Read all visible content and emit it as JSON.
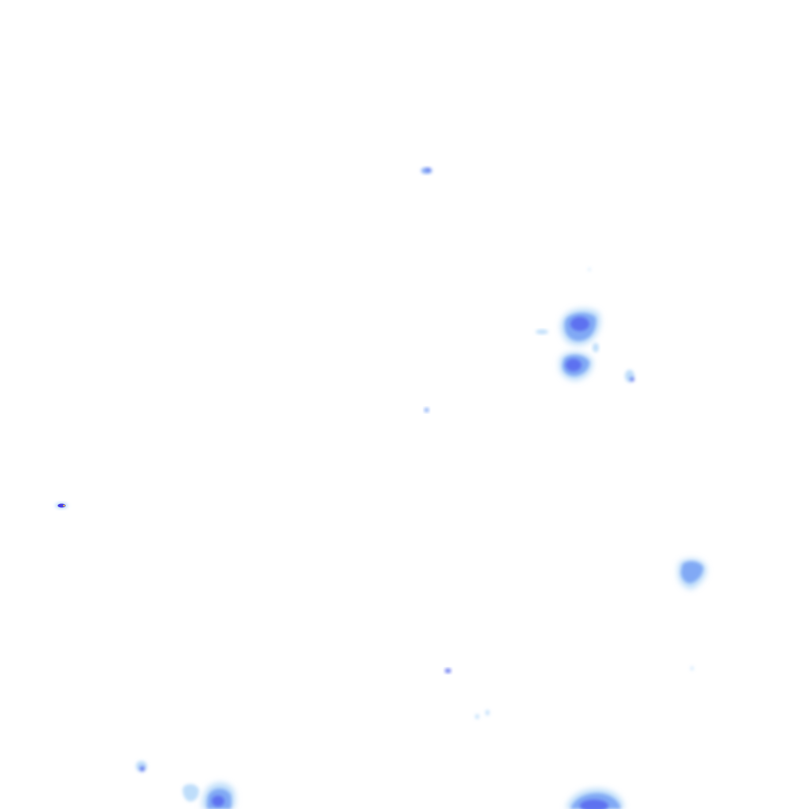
{
  "layer": {
    "kind": "precipitation-radar-overlay",
    "background_color": "#ffffff"
  },
  "palette": {
    "light": "#a8d2f8",
    "medium": "#7aa4f4",
    "strong": "#5a6cf0",
    "heavy": "#3a2ee0"
  },
  "echoes": [
    {
      "name": "echo-north-small",
      "intensity": "strong"
    },
    {
      "name": "echo-cluster-upper",
      "intensity": "strong"
    },
    {
      "name": "echo-cluster-lower",
      "intensity": "strong"
    },
    {
      "name": "echo-east-fragment",
      "intensity": "medium"
    },
    {
      "name": "echo-center-speck",
      "intensity": "light"
    },
    {
      "name": "echo-west-cell",
      "intensity": "heavy"
    },
    {
      "name": "echo-east-cell",
      "intensity": "medium"
    },
    {
      "name": "echo-south-speck",
      "intensity": "strong"
    },
    {
      "name": "echo-south-fragments",
      "intensity": "light"
    },
    {
      "name": "echo-southwest-small",
      "intensity": "medium"
    },
    {
      "name": "echo-southwest-light",
      "intensity": "light"
    },
    {
      "name": "echo-southwest-cell",
      "intensity": "strong"
    },
    {
      "name": "echo-south-edge-cell",
      "intensity": "strong"
    }
  ]
}
